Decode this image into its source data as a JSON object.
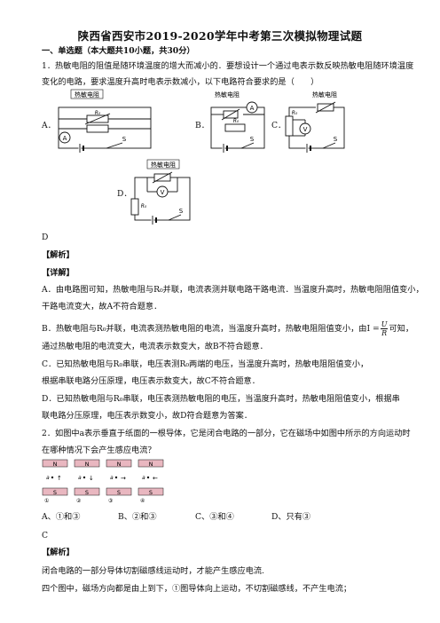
{
  "title": "陕西省西安市2019-2020学年中考第三次模拟物理试题",
  "section1": "一、单选题（本大题共10小题，共30分）",
  "q1": {
    "line1": "1．热敏电阻的阻值是随环境温度的增大而减小的．要想设计一个通过电表示数反映热敏电阻随环境温度",
    "line2": "变化的电路，要求温度升高时电表示数减小，以下电路符合要求的是（　　）",
    "opt_a": "A．",
    "opt_b": "B．",
    "opt_c": "C．",
    "opt_d": "D．",
    "label_thermistor": "热敏电阻",
    "label_r0": "R₀",
    "label_ammeter": "A",
    "label_voltmeter": "V",
    "label_switch": "S"
  },
  "ans1": "D",
  "jiexi": "【解析】",
  "xiangjie": "【详解】",
  "exp1": {
    "a1": "A．由电路图可知，热敏电阻与R₀并联，电流表测并联电路干路电流．当温度升高时，热敏电阻阻值变小，",
    "a2": "干路电流变大，故A不符合题意．",
    "b1_pre": "B．热敏电阻与R₀并联，电流表测热敏电阻的电流，当温度升高时，热敏电阻阻值变小，由I =",
    "frac_num": "U",
    "frac_den": "R",
    "b1_post": "可知，",
    "b2": "通过热敏电阻的电流变大，电流表示数变大，故B不符合题意．",
    "c1": "C．已知热敏电阻与R₀串联，电压表测R₀两端的电压，当温度升高时，热敏电阻阻值变小，",
    "c2": "根据串联电路分压原理，电压表示数变大，故C不符合题意．",
    "d1": "D．已知热敏电阻与R₀串联，电压表测热敏电阻的电压，当温度升高时，热敏电阻阻值变小，根据串",
    "d2": "联电路分压原理，电压表示数变小，故D符合题意为答案．"
  },
  "q2": {
    "line1": "2．如图中a表示垂直于纸面的一根导体，它是闭合电路的一部分，它在磁场中如图中所示的方向运动时",
    "line2": "在哪种情况下会产生感应电流？",
    "magnets": [
      {
        "n": "N",
        "s": "S",
        "wire": "a",
        "num": "①"
      },
      {
        "n": "N",
        "s": "S",
        "wire": "a",
        "num": "②"
      },
      {
        "n": "N",
        "s": "S",
        "wire": "a",
        "num": "③"
      },
      {
        "n": "N",
        "s": "S",
        "wire": "a",
        "num": "④"
      }
    ],
    "choices": [
      "A、①和③",
      "B、②和③",
      "C、③和④",
      "D、只有③"
    ]
  },
  "ans2": "C",
  "jiexi2": "【解析】",
  "exp2": {
    "l1": "闭合电路的一部分导体切割磁感线运动时，才能产生感应电流.",
    "l2": "四个图中，磁场方向都是由上到下，①图导体向上运动，不切割磁感线，不产生电流；"
  }
}
